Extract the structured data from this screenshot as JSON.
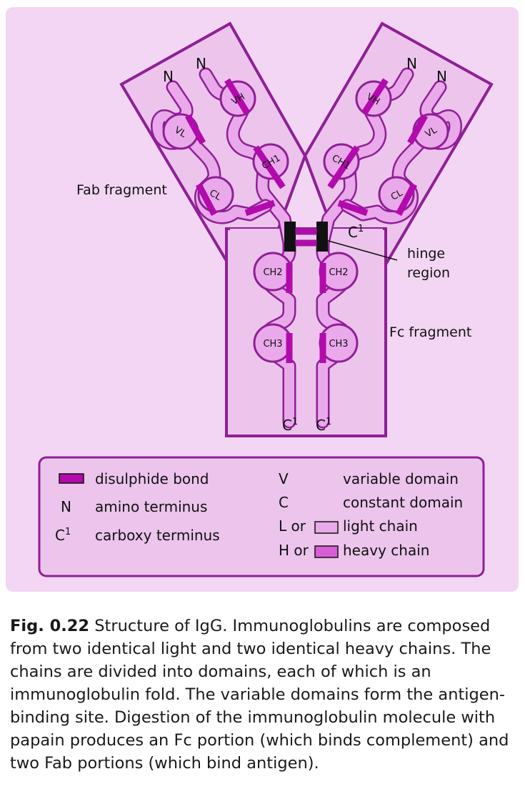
{
  "colors": {
    "panel": "#f3d6f3",
    "fragment_fill": "#ecc4ec",
    "outline": "#8f1f96",
    "light_chain": "#eaa9ea",
    "heavy_chain": "#d95ed6",
    "disulphide": "#b20aac",
    "hinge": "#111111"
  },
  "labels": {
    "fab_fragment": "Fab fragment",
    "fc_fragment": "Fc fragment",
    "hinge_line1": "hinge",
    "hinge_line2": "region",
    "n": "N",
    "c": "C",
    "c_sup": "1"
  },
  "domains": {
    "vl": "VL",
    "vh": "VH",
    "ch1": "CH1",
    "cl": "CL",
    "ch2": "CH2",
    "ch3": "CH3"
  },
  "legend": {
    "disulphide_bond": "disulphide bond",
    "n_symbol": "N",
    "amino_terminus": "amino terminus",
    "c_symbol": "C",
    "c_symbol_sup": "1",
    "carboxy_terminus": "carboxy terminus",
    "v_symbol": "V",
    "variable_domain": "variable domain",
    "c2_symbol": "C",
    "constant_domain": "constant domain",
    "l_or": "L or",
    "light_chain": "light chain",
    "h_or": "H or",
    "heavy_chain": "heavy chain"
  },
  "caption": {
    "label": "Fig. 0.22",
    "text": " Structure of IgG. Immunoglobulins are composed from two identical light and two identical heavy chains. The chains are divided into domains, each of which is an immunoglobulin fold. The variable domains form the antigen-binding site. Digestion of the immunoglobulin molecule with papain produces an Fc portion (which binds complement) and two Fab portions (which bind antigen)."
  }
}
